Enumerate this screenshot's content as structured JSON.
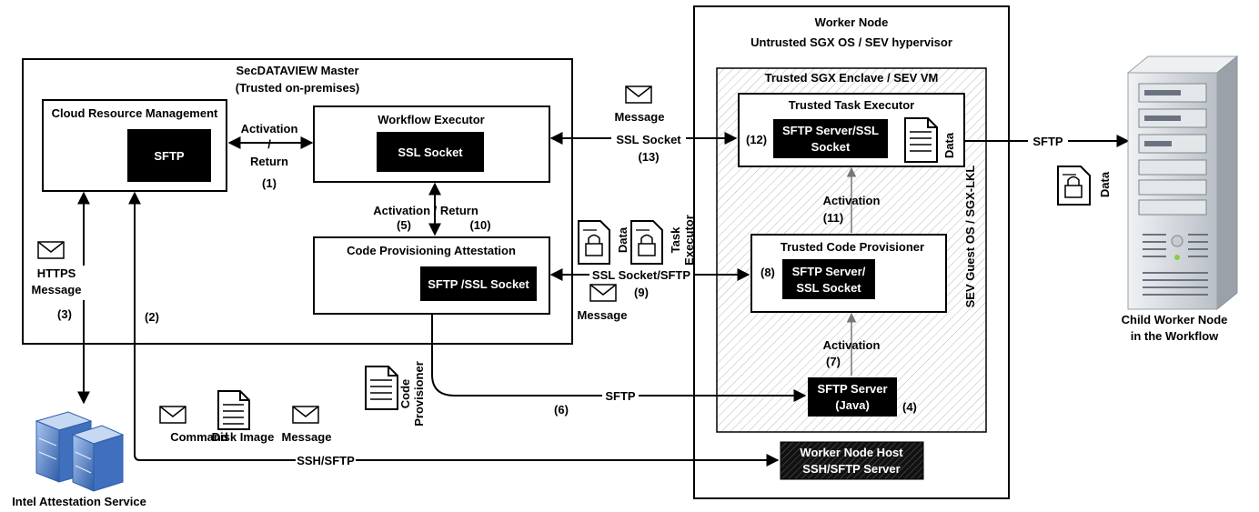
{
  "worker_node": {
    "title": "Worker Node",
    "subtitle": "Untrusted SGX OS / SEV hypervisor"
  },
  "enclave": {
    "title": "Trusted SGX Enclave / SEV VM",
    "side_label": "SEV Guest OS / SGX-LKL"
  },
  "master": {
    "title": "SecDATAVIEW Master",
    "subtitle": "(Trusted on-premises)"
  },
  "crm": {
    "title": "Cloud Resource Management",
    "inner": "SFTP"
  },
  "workflow_executor": {
    "title": "Workflow Executor",
    "inner": "SSL Socket"
  },
  "cpa": {
    "title": "Code Provisioning Attestation",
    "inner": "SFTP /SSL Socket"
  },
  "tte": {
    "title": "Trusted Task Executor",
    "inner_line1": "SFTP Server/SSL",
    "inner_line2": "Socket",
    "num": "(12)",
    "data": "Data"
  },
  "tcp": {
    "title": "Trusted Code Provisioner",
    "inner_line1": "SFTP Server/",
    "inner_line2": "SSL Socket",
    "num": "(8)"
  },
  "sftp_java": {
    "line1": "SFTP Server",
    "line2": "(Java)",
    "num": "(4)"
  },
  "host": {
    "line1": "Worker Node Host",
    "line2": "SSH/SFTP Server"
  },
  "labels": {
    "activation": "Activation",
    "slash": "/",
    "return": "Return",
    "n1": "(1)",
    "activation_return": "Activation / Return",
    "n5": "(5)",
    "n10": "(10)",
    "message": "Message",
    "ssl_socket": "SSL Socket",
    "n13": "(13)",
    "ssl_socket_sftp": "SSL Socket/SFTP",
    "n9": "(9)",
    "message2": "Message",
    "data": "Data",
    "task": "Task",
    "executor": "Executor",
    "activation11": "Activation",
    "n11": "(11)",
    "activation7": "Activation",
    "n7": "(7)",
    "sftp_child": "SFTP",
    "data_child": "Data",
    "https": "HTTPS",
    "https_message": "Message",
    "n3": "(3)",
    "n2": "(2)",
    "code": "Code",
    "provisioner": "Provisioner",
    "sftp6": "SFTP",
    "n6": "(6)",
    "command": "Command",
    "disk_image": "Disk Image",
    "message3": "Message",
    "ssh_sftp": "SSH/SFTP"
  },
  "child": {
    "line1": "Child Worker Node",
    "line2": "in the Workflow"
  },
  "ias": {
    "label": "Intel Attestation Service"
  },
  "colors": {
    "server_blue": "#5b86c9",
    "tower_gray": "#d4d8dc",
    "hatch": "#b8b8b8"
  }
}
